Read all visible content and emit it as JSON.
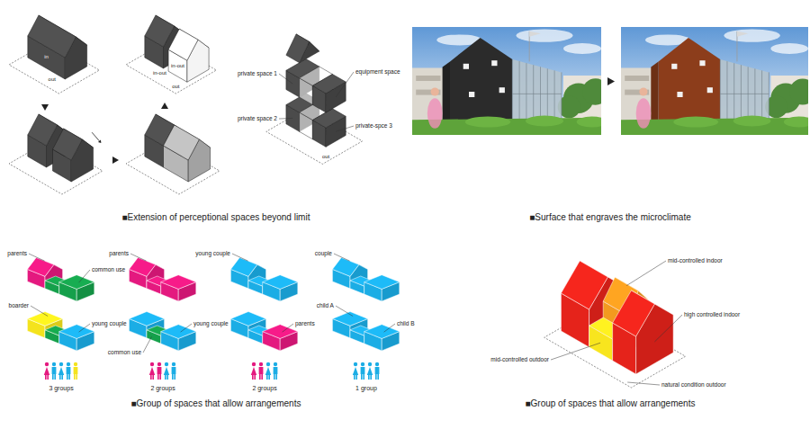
{
  "diagram": {
    "labels": [
      "in",
      "out",
      "in-out",
      "in-out",
      "out",
      "private space 1",
      "equipment space",
      "private space 2",
      "private-spce 3",
      "out",
      "■Extension of perceptional spaces beyond limit",
      "■Surface that engraves the microclimate",
      "parents",
      "common use",
      "boarder",
      "young couple",
      "3 groups",
      "parents",
      "young couple",
      "common use",
      "2 groups",
      "young couple",
      "parents",
      "2 groups",
      "couple",
      "child A",
      "child B",
      "1 group",
      "■Group of spaces that allow arrangements",
      "mid-controlled indoor",
      "high controlled indoor",
      "mid-controlled outdoor",
      "natural condition outdoor",
      "■Group of spaces that allow arrangements"
    ]
  }
}
